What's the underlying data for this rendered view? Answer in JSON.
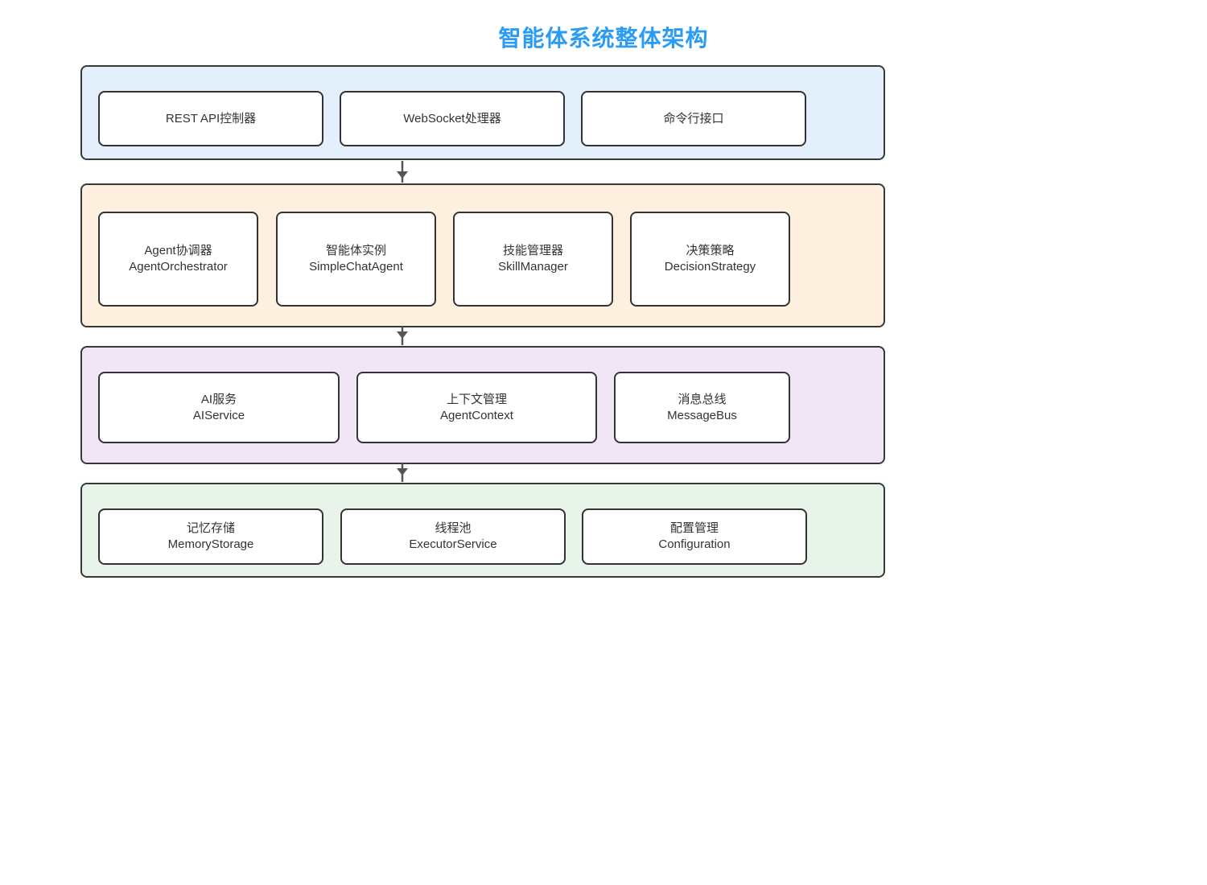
{
  "title": "智能体系统整体架构",
  "colors": {
    "title-color": "#2b9cf4",
    "band1-fill": "#e3f0fb",
    "band2-fill": "#fdf0df",
    "band3-fill": "#f0e6f5",
    "band4-fill": "#e8f4ea",
    "band-border": "#383838",
    "node-border": "#333333",
    "node-fill": "#ffffff",
    "node-text": "#333333",
    "arrow-color": "#555555"
  },
  "chart_data": {
    "type": "table",
    "title": "智能体系统整体架构",
    "layers": [
      [
        "REST API控制器",
        "WebSocket处理器",
        "命令行接口"
      ],
      [
        "Agent协调器 AgentOrchestrator",
        "智能体实例 SimpleChatAgent",
        "技能管理器 SkillManager",
        "决策策略 DecisionStrategy"
      ],
      [
        "AI服务 AIService",
        "上下文管理 AgentContext",
        "消息总线 MessageBus"
      ],
      [
        "记忆存储 MemoryStorage",
        "线程池 ExecutorService",
        "配置管理 Configuration"
      ]
    ]
  },
  "layers": [
    {
      "nodes": [
        {
          "title": "REST API控制器"
        },
        {
          "title": "WebSocket处理器"
        },
        {
          "title": "命令行接口"
        }
      ]
    },
    {
      "nodes": [
        {
          "title": "Agent协调器",
          "subtitle": "AgentOrchestrator"
        },
        {
          "title": "智能体实例",
          "subtitle": "SimpleChatAgent"
        },
        {
          "title": "技能管理器",
          "subtitle": "SkillManager"
        },
        {
          "title": "决策策略",
          "subtitle": "DecisionStrategy"
        }
      ]
    },
    {
      "nodes": [
        {
          "title": "AI服务",
          "subtitle": "AIService"
        },
        {
          "title": "上下文管理",
          "subtitle": "AgentContext"
        },
        {
          "title": "消息总线",
          "subtitle": "MessageBus"
        }
      ]
    },
    {
      "nodes": [
        {
          "title": "记忆存储",
          "subtitle": "MemoryStorage"
        },
        {
          "title": "线程池",
          "subtitle": "ExecutorService"
        },
        {
          "title": "配置管理",
          "subtitle": "Configuration"
        }
      ]
    }
  ]
}
